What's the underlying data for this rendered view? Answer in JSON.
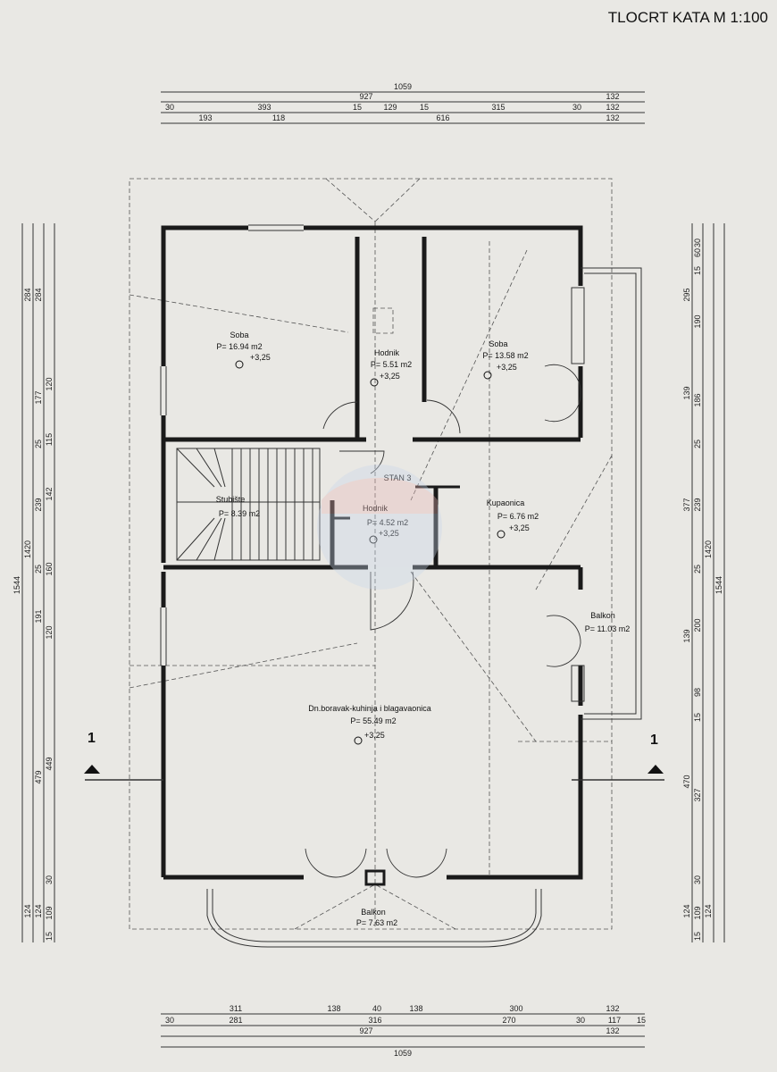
{
  "title": "TLOCRT KATA M 1:100",
  "section_label": "1",
  "dims_top": {
    "total": "1059",
    "row1": [
      "927",
      "132"
    ],
    "row2": [
      "30",
      "393",
      "15",
      "129",
      "15",
      "315",
      "30",
      "132"
    ],
    "row3": [
      "193",
      "118",
      "616",
      "132"
    ]
  },
  "dims_bottom": {
    "row1": [
      "311",
      "138",
      "40",
      "138",
      "300",
      "132"
    ],
    "row2": [
      "30",
      "281",
      "316",
      "270",
      "30",
      "117",
      "15"
    ],
    "row3": [
      "927",
      "132"
    ],
    "total": "1059"
  },
  "dims_left": {
    "total": "1544",
    "c2": [
      "284",
      "1420",
      "124"
    ],
    "c3": [
      "284",
      "177",
      "25",
      "239",
      "25",
      "191",
      "479",
      "124"
    ],
    "c4": [
      "120",
      "115",
      "142",
      "160",
      "120",
      "449",
      "30",
      "109",
      "15"
    ]
  },
  "dims_right": {
    "total": "1544",
    "c2": [
      "295",
      "1420",
      "124"
    ],
    "c3": [
      "139",
      "377",
      "139",
      "470",
      "124"
    ],
    "c4": [
      "30",
      "60",
      "15",
      "190",
      "186",
      "25",
      "239",
      "25",
      "200",
      "98",
      "15",
      "327",
      "30",
      "109",
      "15"
    ]
  },
  "rooms": {
    "soba_left": {
      "name": "Soba",
      "area": "P= 16.94 m2",
      "level": "+3,25"
    },
    "hodnik_top": {
      "name": "Hodnik",
      "area": "P= 5.51 m2",
      "level": "+3,25"
    },
    "soba_right": {
      "name": "Soba",
      "area": "P= 13.58 m2",
      "level": "+3,25"
    },
    "unit": "STAN 3",
    "stubiste": {
      "name": "Stubište",
      "area": "P= 8.39 m2"
    },
    "hodnik_mid": {
      "name": "Hodnik",
      "area": "P= 4.52 m2",
      "level": "+3,25"
    },
    "kupaonica": {
      "name": "Kupaonica",
      "area": "P= 6.76 m2",
      "level": "+3,25"
    },
    "balkon_side": {
      "name": "Balkon",
      "area": "P= 11.03 m2"
    },
    "boravak": {
      "name": "Dn.boravak-kuhinja i blagavaonica",
      "area": "P= 55.49 m2",
      "level": "+3,25"
    },
    "balkon_front": {
      "name": "Balkon",
      "area": "P= 7.63 m2"
    }
  }
}
